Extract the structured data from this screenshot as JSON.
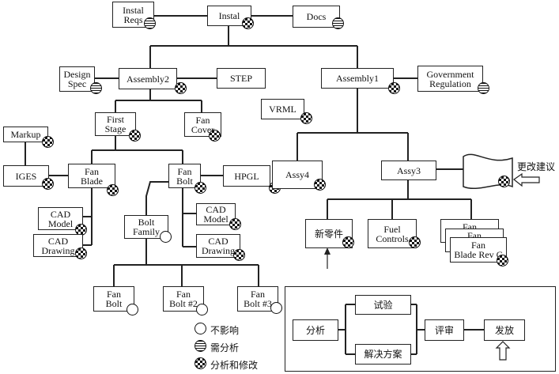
{
  "nodes": {
    "instal_reqs": "Instal\nReqs",
    "instal": "Instal",
    "docs": "Docs",
    "design_spec": "Design\nSpec",
    "assembly2": "Assembly2",
    "step": "STEP",
    "assembly1": "Assembly1",
    "gov_reg": "Government\nRegulation",
    "vrml": "VRML",
    "first_stage": "First\nStage",
    "fan_cover": "Fan\nCover",
    "markup": "Markup",
    "iges": "IGES",
    "fan_blade": "Fan\nBlade",
    "fan_bolt": "Fan\nBolt",
    "hpgl": "HPGL",
    "assy4": "Assy4",
    "assy3": "Assy3",
    "cad_model_1": "CAD\nModel",
    "cad_drawing_1": "CAD\nDrawing",
    "bolt_family": "Bolt\nFamily",
    "cad_model_2": "CAD\nModel",
    "cad_drawing_2": "CAD\nDrawing",
    "new_part": "新零件",
    "fuel_controls": "Fuel\nControls",
    "fan_stack_1": "Fan",
    "fan_stack_2": "Fan",
    "fan_blade_rev_c": "Fan\nBlade Rev C",
    "fan_bolt_1": "Fan\nBolt",
    "fan_bolt_2": "Fan\nBolt #2",
    "fan_bolt_3": "Fan\nBolt #3"
  },
  "change_suggestion_label": "更改建议",
  "legend": {
    "no_impact": "不影响",
    "needs_analysis": "需分析",
    "analyze_and_modify": "分析和修改"
  },
  "process": {
    "analysis": "分析",
    "test": "试验",
    "solution": "解决方案",
    "review": "评审",
    "release": "发放"
  },
  "colors": {
    "line": "#222222",
    "fill": "#ffffff"
  }
}
